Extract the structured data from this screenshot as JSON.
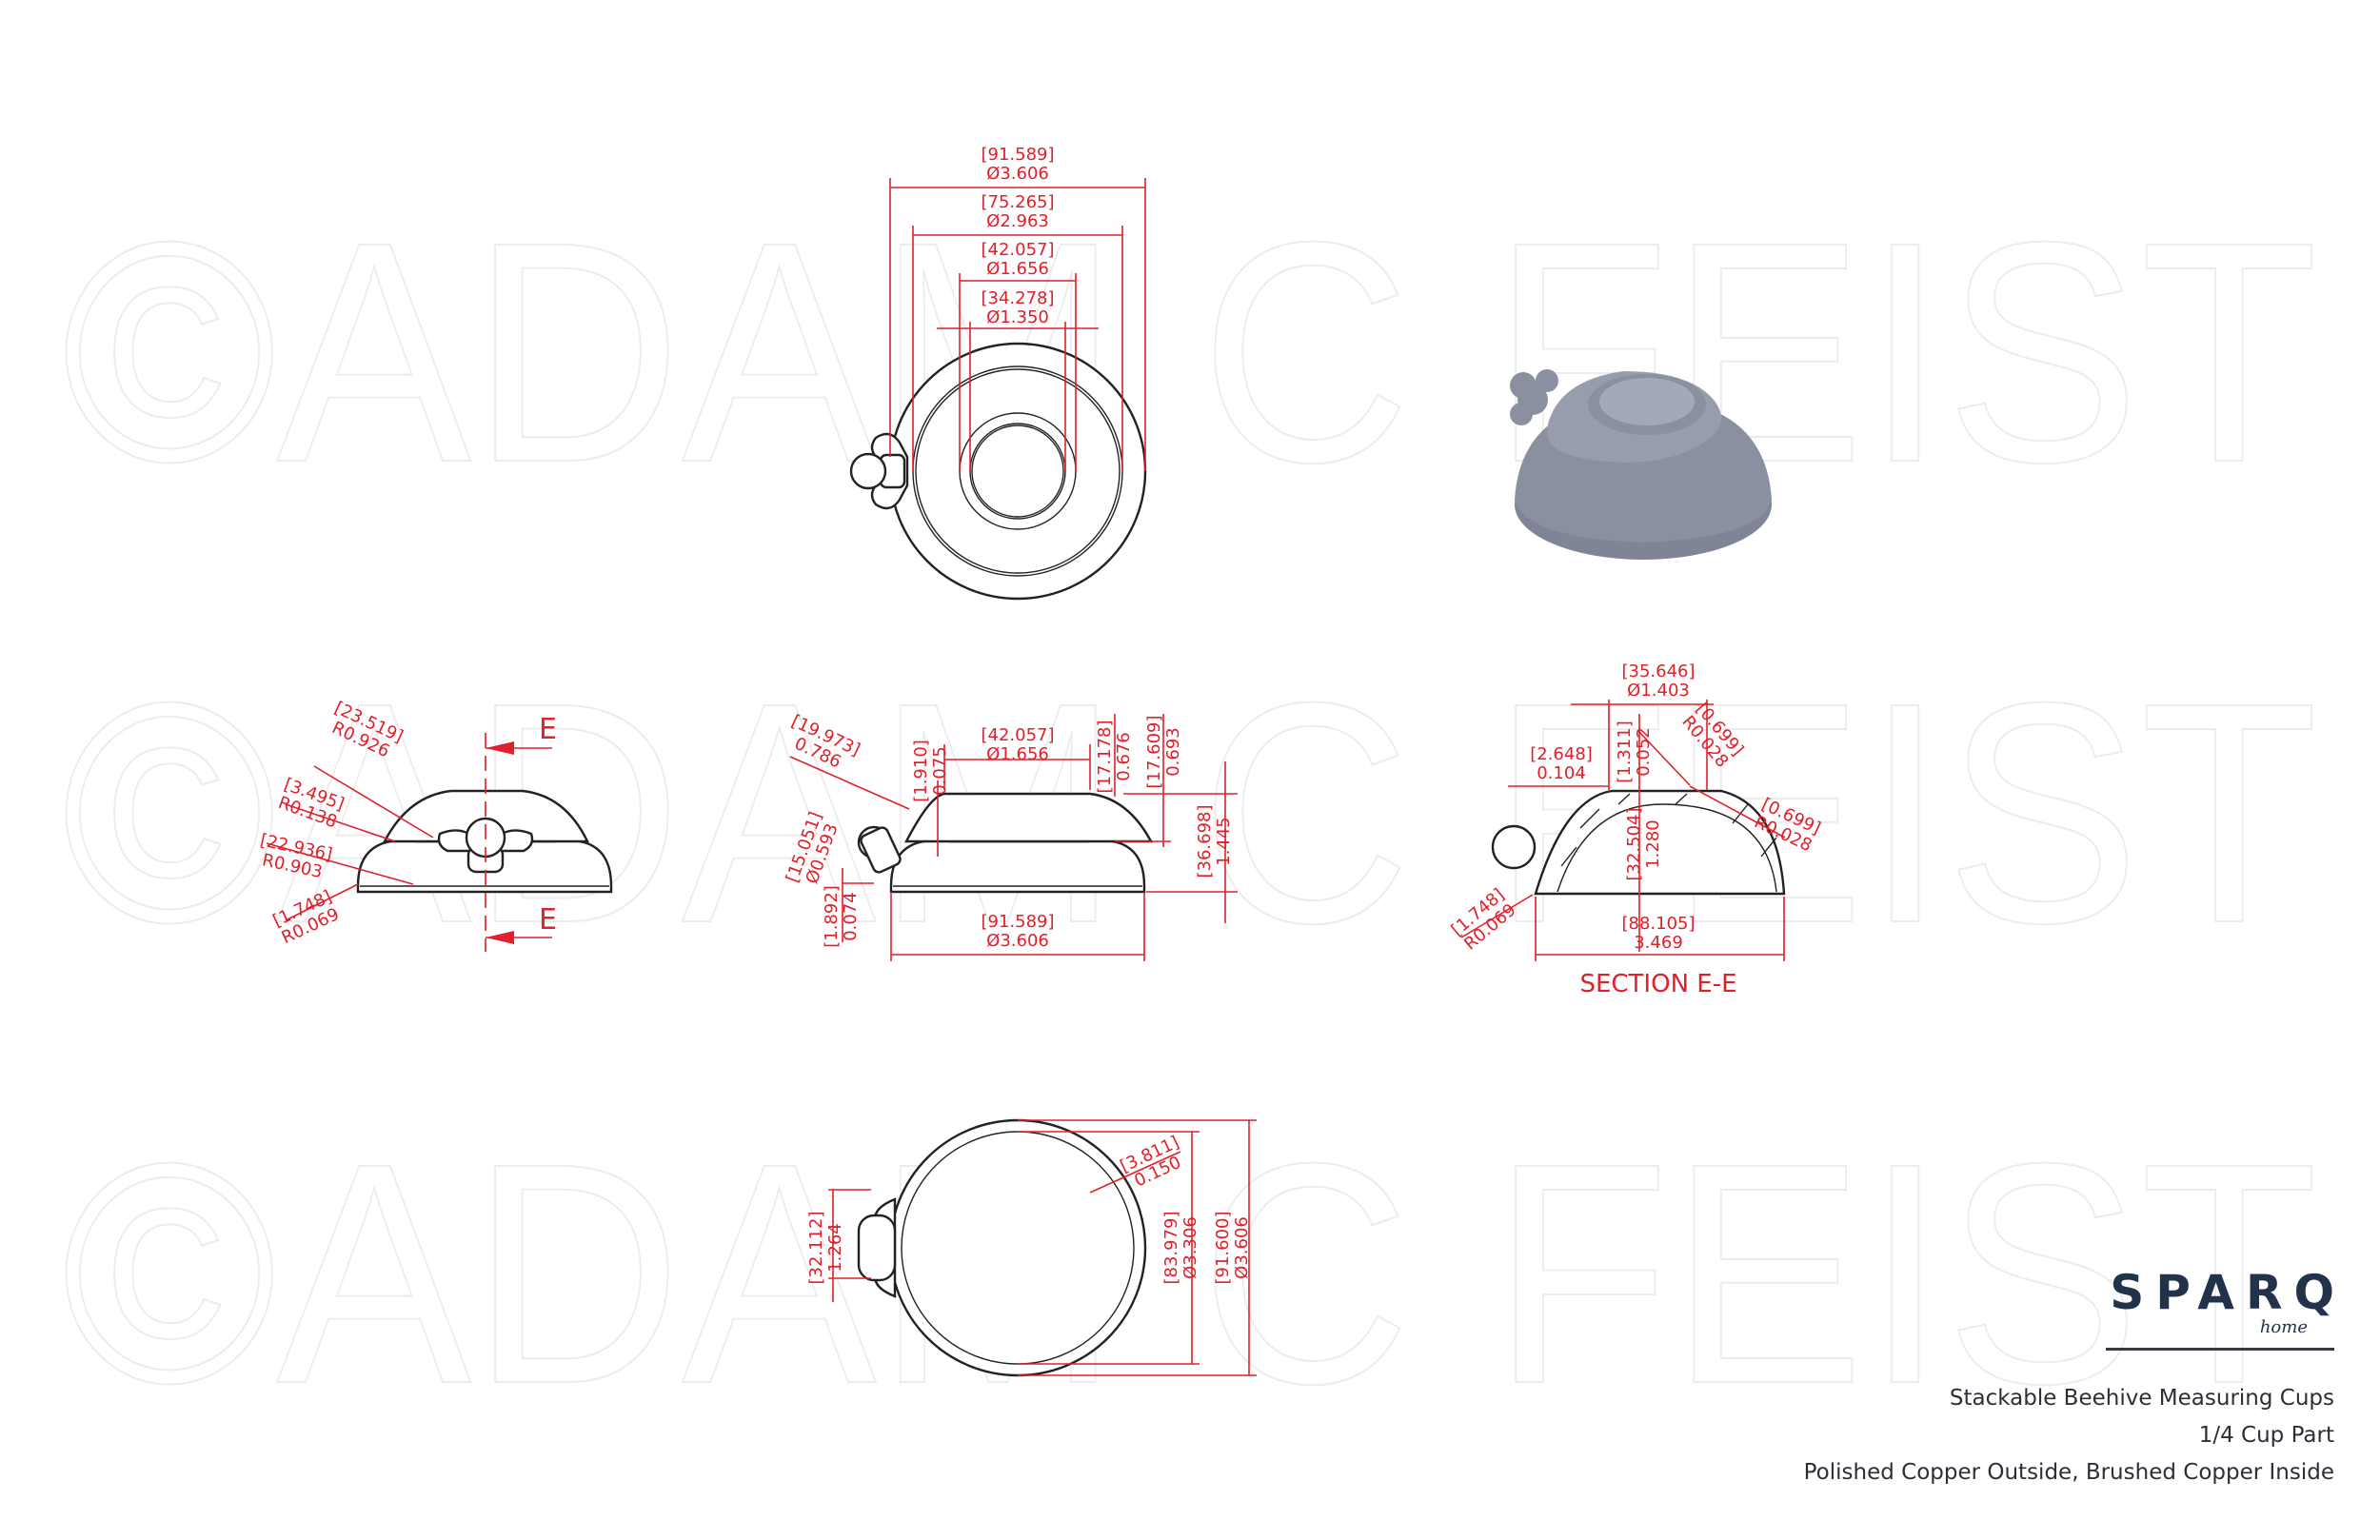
{
  "watermark": {
    "rows": [
      "©ADAM C FEIST",
      "©ADAM C FEIST",
      "©ADAM C FEIST"
    ]
  },
  "colors": {
    "dimension": "#e0202a",
    "outline": "#222222",
    "render": "#8a90a0",
    "brand": "#22324a"
  },
  "top_view": {
    "dims": [
      [
        "[91.589]",
        "Ø3.606"
      ],
      [
        "[75.265]",
        "Ø2.963"
      ],
      [
        "[42.057]",
        "Ø1.656"
      ],
      [
        "[34.278]",
        "Ø1.350"
      ]
    ]
  },
  "front_view": {
    "dims": [
      [
        "[23.519]",
        "R0.926"
      ],
      [
        "[3.495]",
        "R0.138"
      ],
      [
        "[22.936]",
        "R0.903"
      ],
      [
        "[1.748]",
        "R0.069"
      ]
    ],
    "section_markers": [
      "E",
      "E"
    ]
  },
  "side_view": {
    "dims": [
      [
        "[19.973]",
        "0.786"
      ],
      [
        "[15.051]",
        "Ø0.593"
      ],
      [
        "[1.910]",
        "0.075"
      ],
      [
        "[42.057]",
        "Ø1.656"
      ],
      [
        "[17.178]",
        "0.676"
      ],
      [
        "[17.609]",
        "0.693"
      ],
      [
        "[36.698]",
        "1.445"
      ],
      [
        "[1.892]",
        "0.074"
      ],
      [
        "[91.589]",
        "Ø3.606"
      ]
    ]
  },
  "section_view": {
    "title": "SECTION E-E",
    "dims": [
      [
        "[35.646]",
        "Ø1.403"
      ],
      [
        "[2.648]",
        "0.104"
      ],
      [
        "[1.311]",
        "0.052"
      ],
      [
        "[0.699]",
        "R0.028"
      ],
      [
        "[0.699]",
        "R0.028"
      ],
      [
        "[32.504]",
        "1.280"
      ],
      [
        "[1.748]",
        "R0.069"
      ],
      [
        "[88.105]",
        "3.469"
      ]
    ]
  },
  "bottom_view": {
    "dims": [
      [
        "[3.811]",
        "0.150"
      ],
      [
        "[83.979]",
        "Ø3.306"
      ],
      [
        "[91.600]",
        "Ø3.606"
      ],
      [
        "[32.112]",
        "1.264"
      ]
    ]
  },
  "logo": {
    "brand": "SPARQ",
    "sub": "home"
  },
  "caption": {
    "line1": "Stackable Beehive Measuring Cups",
    "line2": "1/4 Cup Part",
    "line3": "Polished Copper Outside, Brushed Copper Inside"
  }
}
